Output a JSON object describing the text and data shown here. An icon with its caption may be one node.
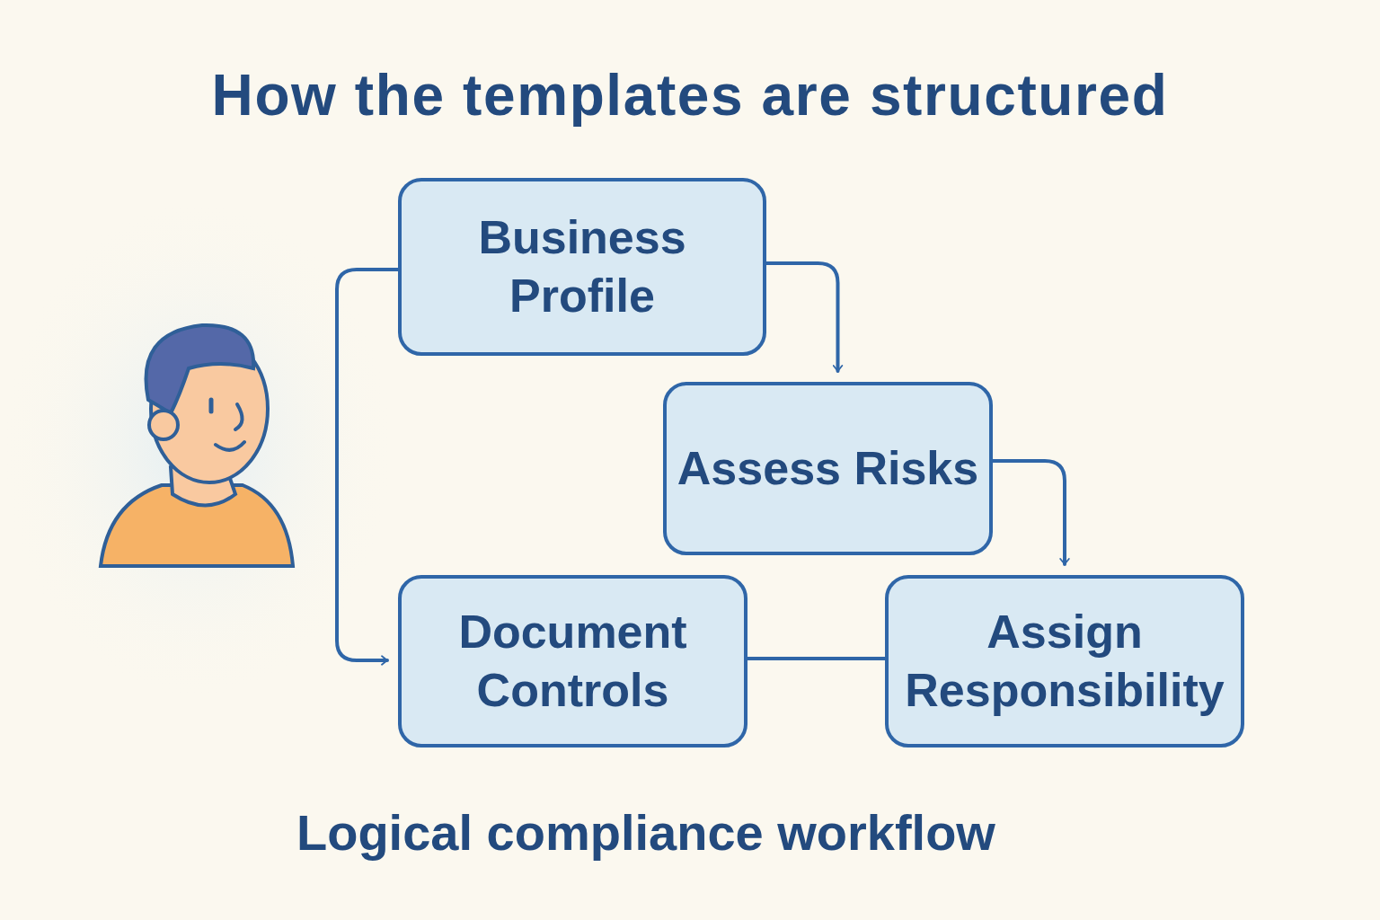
{
  "diagram": {
    "title": "How the templates are structured",
    "caption": "Logical compliance workflow",
    "nodes": [
      {
        "text": [
          "Business Profile"
        ]
      },
      {
        "text": [
          "Assess Risks"
        ]
      },
      {
        "text": [
          "Document Controls"
        ]
      },
      {
        "text": [
          "Assign Responsibility"
        ]
      }
    ],
    "edges": [
      {
        "from": 0,
        "to": 1,
        "arrow": "to"
      },
      {
        "from": 1,
        "to": 3,
        "arrow": "to"
      },
      {
        "from": 0,
        "to": 2,
        "arrow": "to"
      },
      {
        "from": 2,
        "to": 3,
        "arrow": "none"
      }
    ]
  }
}
